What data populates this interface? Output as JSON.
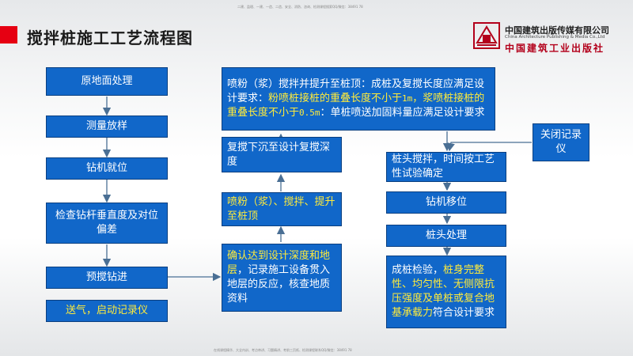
{
  "header": {
    "top_note": "二建、监理、一建、一造、二造、安全、消防、咨询、检测课程搜索QQ/微信：38491 78",
    "title": "搅拌桩施工工艺流程图",
    "bottom_note": "在线课程精华、大全内训、考点串讲、习题精讲、考前三页纸、检测课程联系QQ/微信：38491 78"
  },
  "logo": {
    "icon": "publisher-emblem-icon",
    "name_cn": "中国建筑出版传媒有限公司",
    "name_en": "China Architecture Publishing & Media Co.,Ltd",
    "name_cal": "中国建筑工业出版社",
    "color": "#b3001b"
  },
  "colors": {
    "box": "#1167c9",
    "highlight": "#ffeb3b",
    "title_mark": "#e60012"
  },
  "flow": {
    "s1": "原地面处理",
    "s2": "测量放样",
    "s3": "钻机就位",
    "s4": "检查钻杆垂直度及对位偏差",
    "s5": "预搅钻进",
    "s6": "送气，启动记录仪",
    "s7": {
      "a": "确认达到设计深度和地层",
      "b": "，记录施工设备贯入地层的反应，核查地质资料"
    },
    "s8": "喷粉（浆）、搅拌、提升至桩顶",
    "s9": "复搅下沉至设计复搅深度",
    "s10": {
      "a": "喷粉（浆）搅拌并提升至桩顶：成桩及复搅长度应满足设计要求：",
      "b": "粉喷桩接桩的重叠长度不小于",
      "c": "1m",
      "d": "，浆喷桩接桩的重叠长度不小于",
      "e": "0.5m",
      "f": "：单桩喷送加固料量应满足设计要求"
    },
    "s11": "关闭记录仪",
    "s12": "桩头搅拌，时间按工艺性试验确定",
    "s13": "钻机移位",
    "s14": "桩头处理",
    "s15": {
      "a": "成桩检验，",
      "b": "桩身完整性、均匀性、无侧限抗压强度及单桩或复合地基承载力",
      "c": "符合设计要求"
    }
  }
}
